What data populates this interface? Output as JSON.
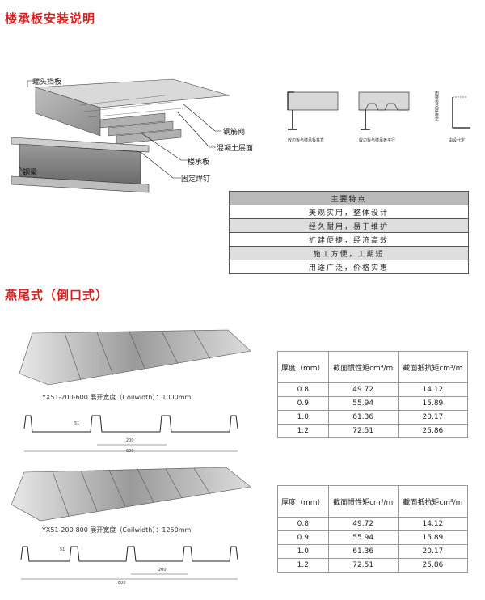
{
  "section1": {
    "title": "楼承板安装说明",
    "diagram_labels": {
      "end_board": "端头挡板",
      "rebar_mesh": "钢筋网",
      "concrete_surface": "混凝土层面",
      "deck": "楼承板",
      "weld_nail": "固定焊钉",
      "beam": "钢梁"
    },
    "detail_captions": {
      "perpendicular": "收边板与楼承板垂直",
      "parallel": "收边板与楼承板平行",
      "design": "由设计定",
      "vertical_note": "由楼板总厚度定"
    },
    "features": {
      "header": "主要特点",
      "items": [
        "美观实用，整体设计",
        "经久耐用，易于维护",
        "扩建便捷，经济高效",
        "施工方便，工期短",
        "用途广泛，价格实惠"
      ]
    }
  },
  "section2": {
    "title": "燕尾式（倒口式）",
    "columns": [
      "厚度（mm）",
      "截面惯性矩cm⁴/m",
      "截面抵抗矩cm³/m"
    ],
    "products": [
      {
        "caption": "YX51-200-600 展开宽度（Coilwidth）：1000mm",
        "dims": {
          "height": "51",
          "pitch": "200",
          "width": "600"
        },
        "rows": [
          [
            "0.8",
            "49.72",
            "14.12"
          ],
          [
            "0.9",
            "55.94",
            "15.89"
          ],
          [
            "1.0",
            "61.36",
            "20.17"
          ],
          [
            "1.2",
            "72.51",
            "25.86"
          ]
        ]
      },
      {
        "caption": "YX51-200-800 展开宽度（Coilwidth）：1250mm",
        "dims": {
          "height": "51",
          "pitch": "200",
          "width": "800"
        },
        "rows": [
          [
            "0.8",
            "49.72",
            "14.12"
          ],
          [
            "0.9",
            "55.94",
            "15.89"
          ],
          [
            "1.0",
            "61.36",
            "20.17"
          ],
          [
            "1.2",
            "72.51",
            "25.86"
          ]
        ]
      }
    ]
  }
}
